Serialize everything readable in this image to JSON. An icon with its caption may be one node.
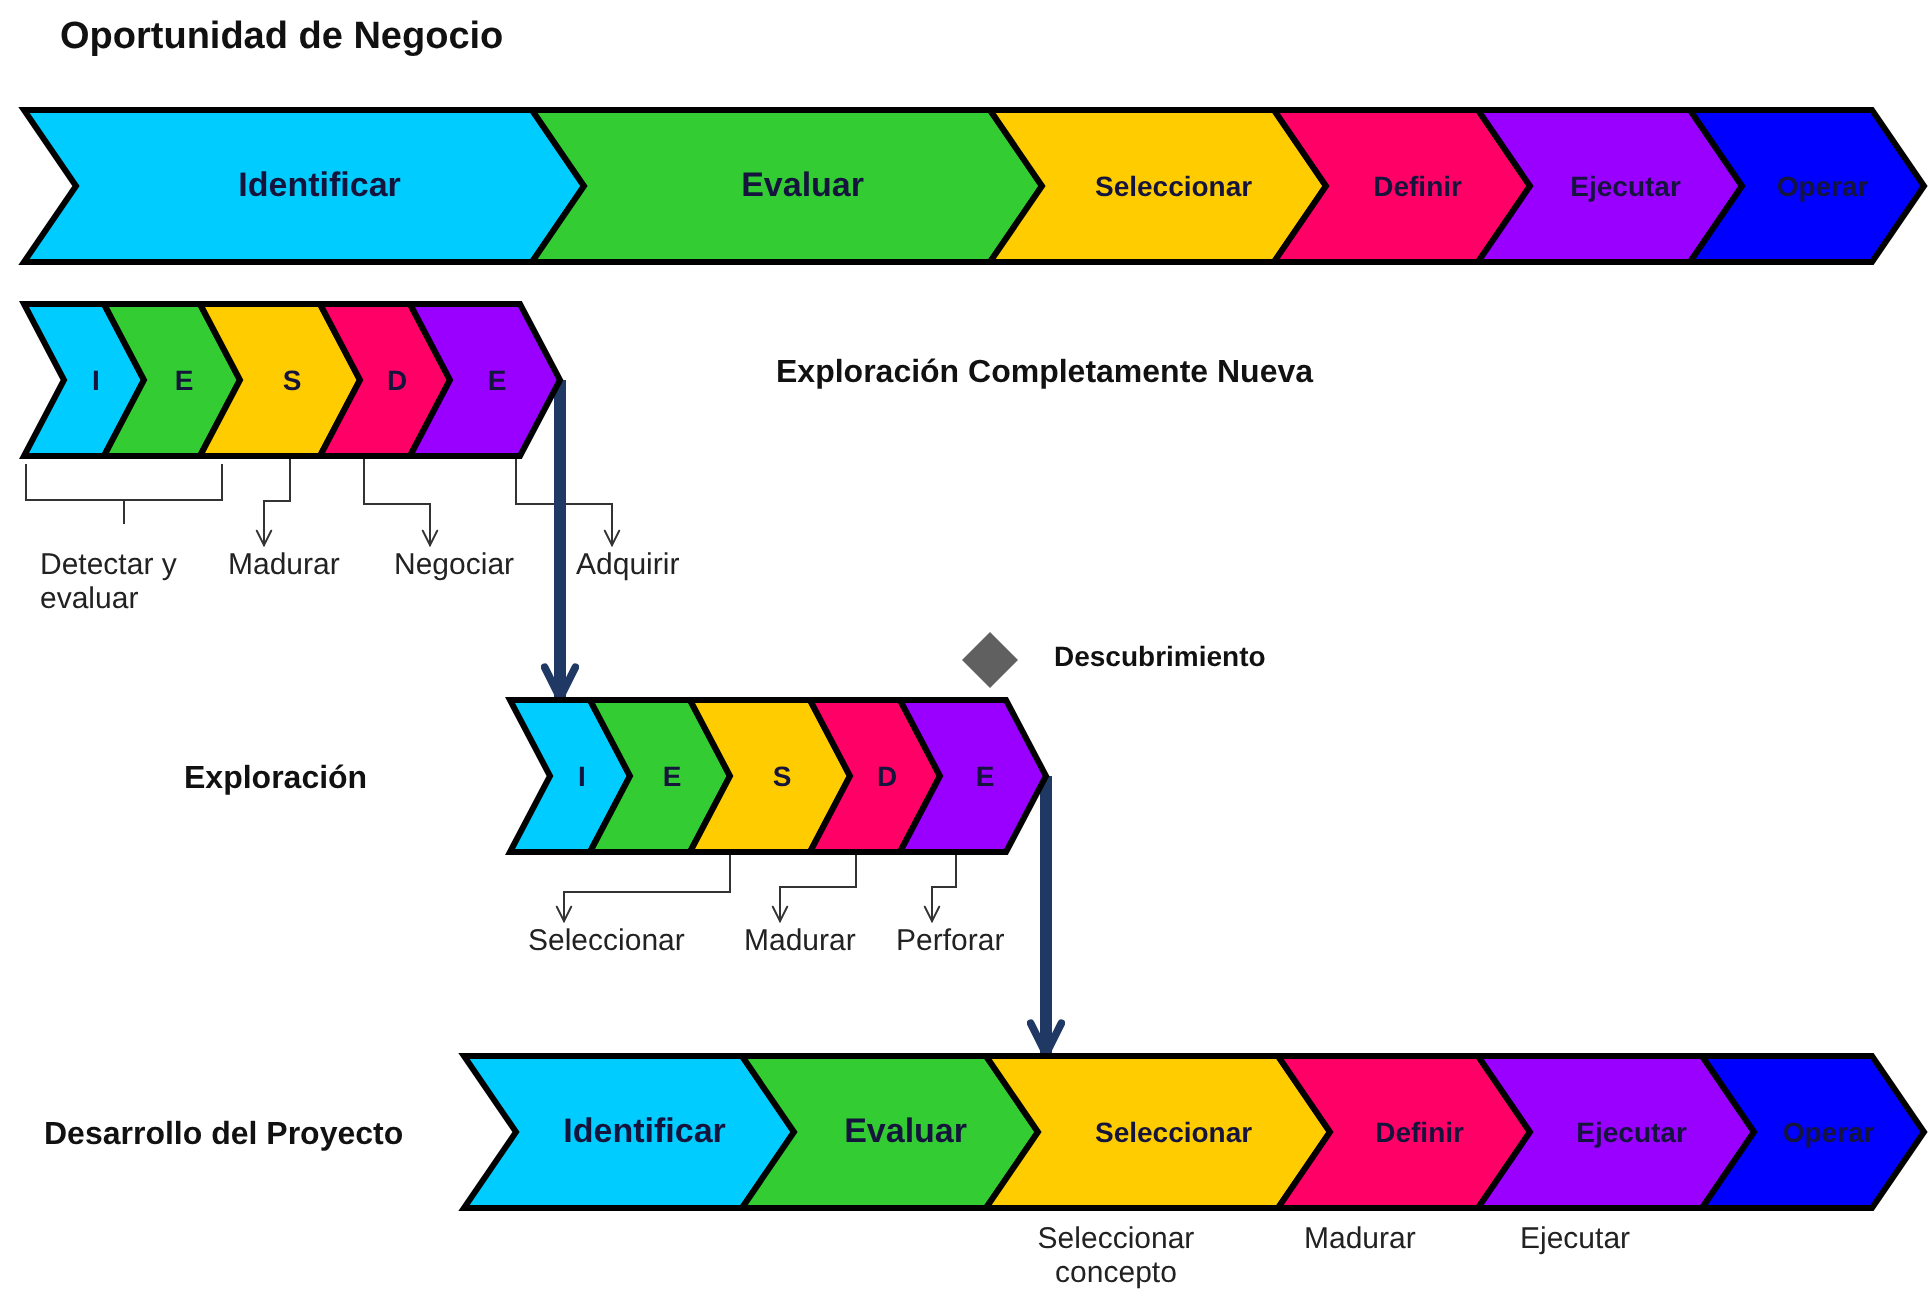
{
  "diagram": {
    "title": "Oportunidad de Negocio",
    "nodes": [
      {
        "text": [
          "Identificar"
        ]
      },
      {
        "text": [
          "Evaluar"
        ]
      },
      {
        "text": [
          "Seleccionar"
        ]
      },
      {
        "text": [
          "Definir"
        ]
      },
      {
        "text": [
          "Ejecutar"
        ]
      },
      {
        "text": [
          "Operar"
        ]
      },
      {
        "text": [
          "I"
        ]
      },
      {
        "text": [
          "E"
        ]
      },
      {
        "text": [
          "S"
        ]
      },
      {
        "text": [
          "D"
        ]
      },
      {
        "text": [
          "E"
        ]
      },
      {
        "text": [
          "Madurar"
        ]
      },
      {
        "text": [
          "Negociar"
        ]
      },
      {
        "text": [
          "Adquirir"
        ]
      },
      {
        "text": [],
        "shape": "diamond",
        "beside": [
          "Descubrimiento"
        ]
      },
      {
        "text": [
          "I"
        ]
      },
      {
        "text": [
          "E"
        ]
      },
      {
        "text": [
          "S"
        ]
      },
      {
        "text": [
          "D"
        ]
      },
      {
        "text": [
          "E"
        ]
      },
      {
        "text": [
          "Seleccionar"
        ]
      },
      {
        "text": [
          "Madurar"
        ]
      },
      {
        "text": [
          "Perforar"
        ]
      },
      {
        "text": [
          "Identificar"
        ]
      },
      {
        "text": [
          "Evaluar"
        ]
      },
      {
        "text": [
          "Seleccionar"
        ]
      },
      {
        "text": [
          "Definir"
        ]
      },
      {
        "text": [
          "Ejecutar"
        ]
      },
      {
        "text": [
          "Operar"
        ]
      }
    ],
    "edges": [
      {
        "from": 8,
        "to": 11,
        "arrow": "to"
      },
      {
        "from": 9,
        "to": 12,
        "arrow": "to"
      },
      {
        "from": 10,
        "to": 13,
        "arrow": "to"
      },
      {
        "from": 10,
        "to": 15,
        "arrow": "to",
        "style": "thick",
        "color": "#1f3864"
      },
      {
        "from": 17,
        "to": 20,
        "arrow": "to"
      },
      {
        "from": 18,
        "to": 21,
        "arrow": "to"
      },
      {
        "from": 19,
        "to": 22,
        "arrow": "to"
      },
      {
        "from": 19,
        "to": 25,
        "arrow": "to",
        "style": "thick",
        "color": "#1f3864"
      }
    ],
    "labels": [
      "Exploración Completamente Nueva",
      "Detectar y evaluar",
      "Exploración",
      "Desarrollo del Proyecto",
      "Seleccionar concepto",
      "Madurar",
      "Ejecutar"
    ]
  }
}
